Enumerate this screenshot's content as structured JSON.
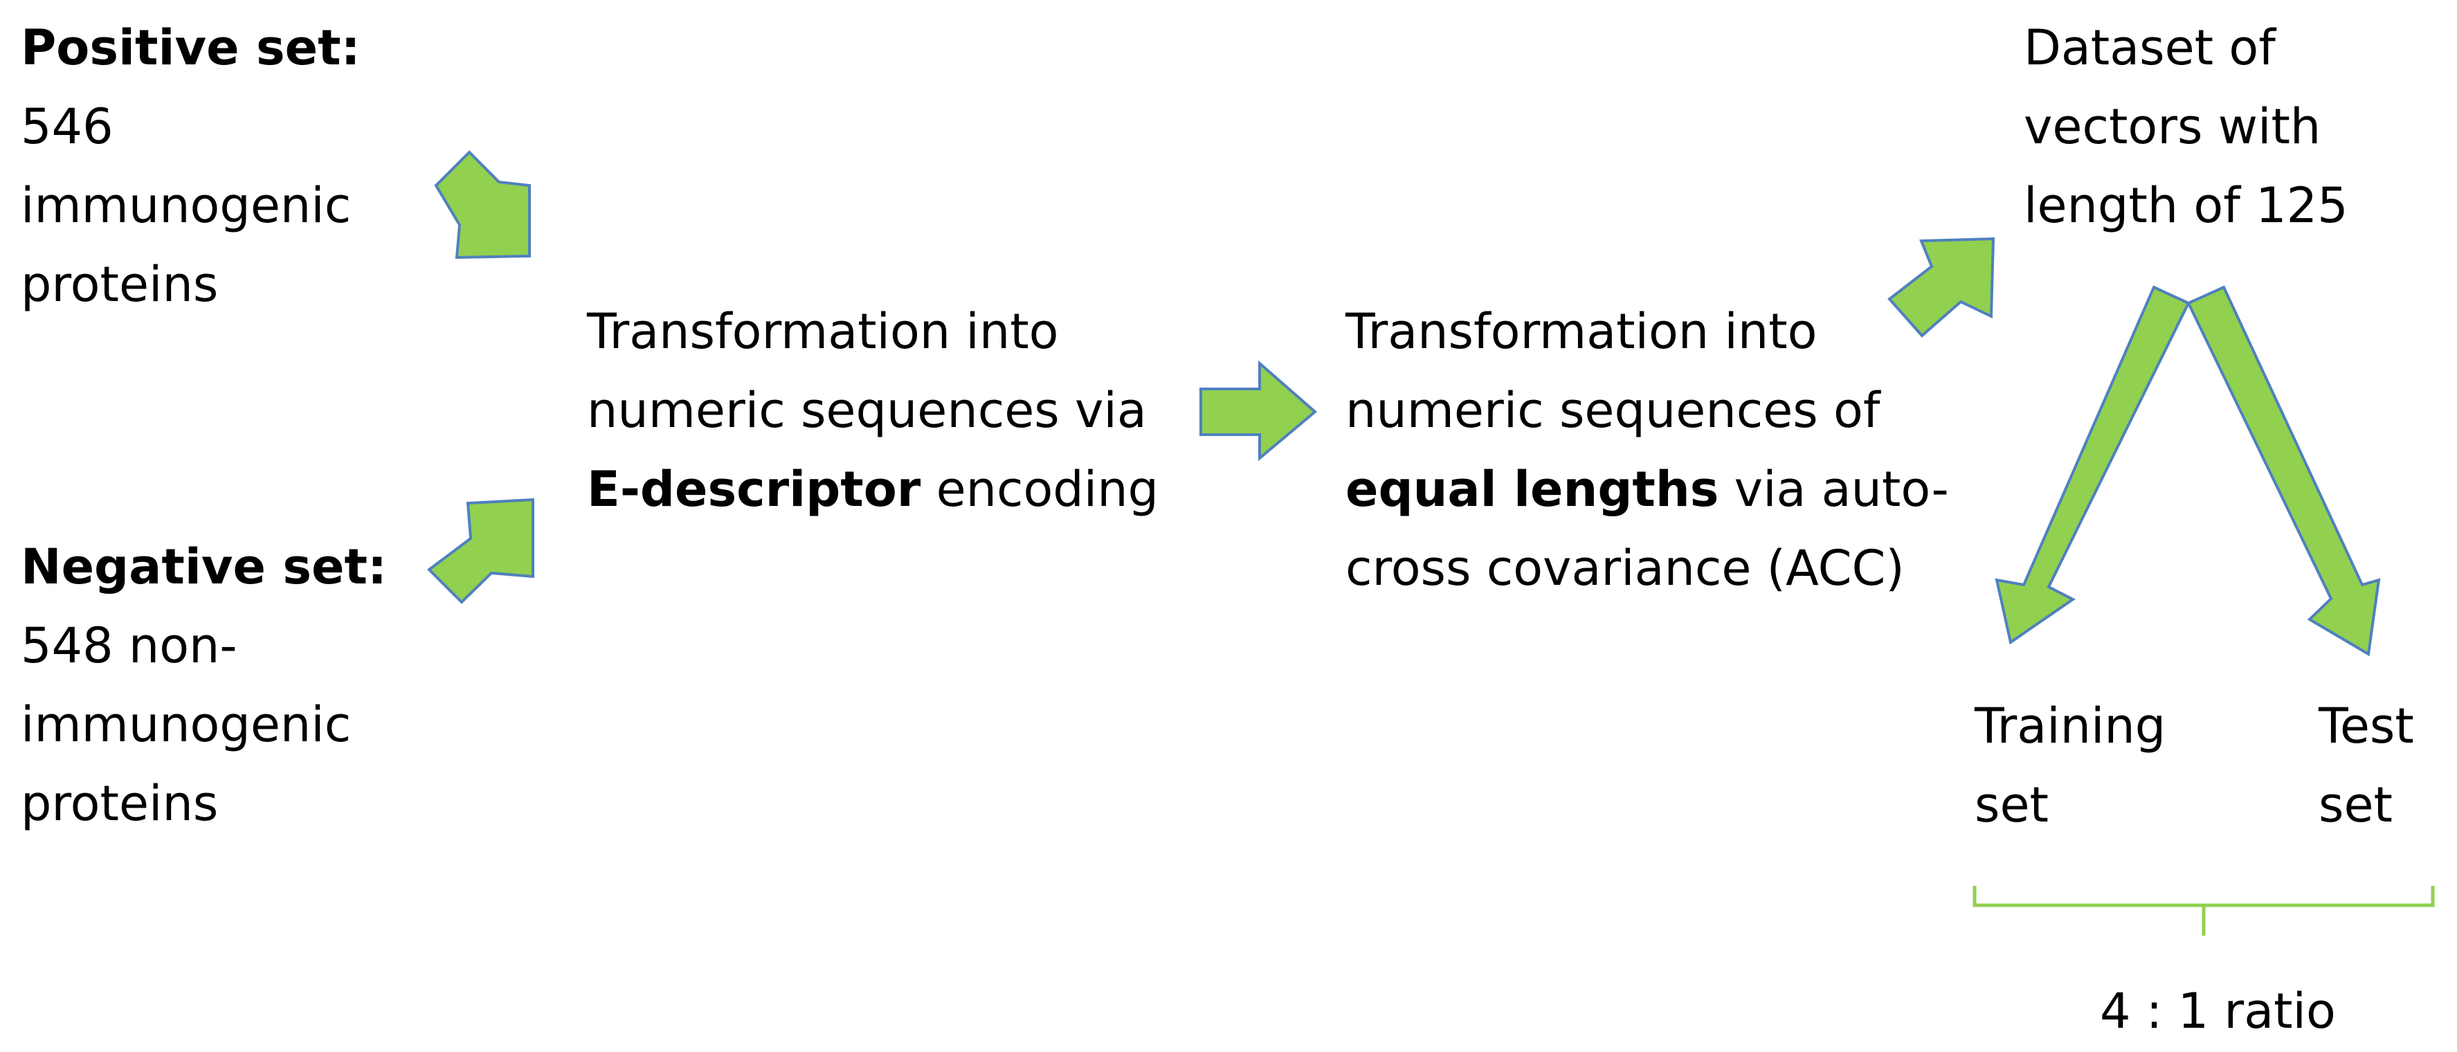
{
  "positive_set": {
    "heading": "Positive set:",
    "lines": [
      "546",
      "immunogenic",
      "proteins"
    ]
  },
  "negative_set": {
    "heading": "Negative set:",
    "lines": [
      "548 non-",
      "immunogenic",
      "proteins"
    ]
  },
  "step_one": {
    "line1": "Transformation into",
    "line2": "numeric sequences via",
    "line3_bold": "E-descriptor",
    "line3_rest": " encoding"
  },
  "step_two": {
    "line1": "Transformation into",
    "line2": "numeric sequences of",
    "line3_bold": "equal lengths",
    "line3_rest": " via auto-",
    "line4": "cross covariance (ACC)"
  },
  "dataset": {
    "lines": [
      "Dataset of",
      "vectors with",
      "length of 125"
    ]
  },
  "training_set": {
    "lines": [
      "Training",
      "set"
    ]
  },
  "test_set": {
    "lines": [
      "Test",
      "set"
    ]
  },
  "ratio": {
    "label": "4 : 1 ratio"
  },
  "colors": {
    "arrow_fill": "#92d050",
    "arrow_stroke": "#4f81bd",
    "bracket": "#92d050",
    "text": "#000000"
  }
}
